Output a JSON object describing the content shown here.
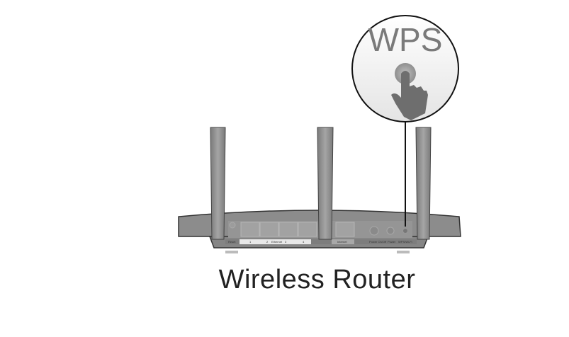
{
  "caption": "Wireless Router",
  "callout": {
    "label": "WPS"
  },
  "port_labels": {
    "reset": "Reset",
    "eth1": "1",
    "eth2": "2",
    "ethernet": "Ethernet",
    "eth3": "3",
    "eth4": "4",
    "internet": "Internet",
    "power_switch": "Power On/Off",
    "power": "Power",
    "wps": "WPS/Wi-Fi"
  },
  "colors": {
    "router_body": "#8a8a8a",
    "callout_border": "#111111",
    "text": "#222222"
  }
}
